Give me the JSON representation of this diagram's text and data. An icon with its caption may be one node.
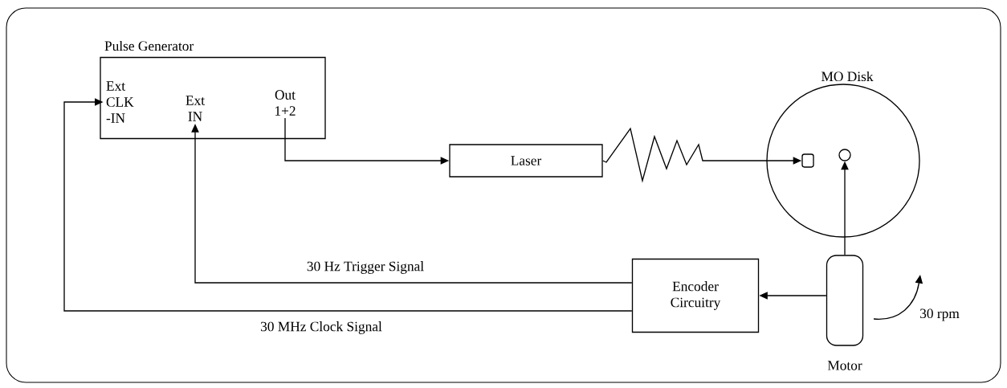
{
  "diagram": {
    "nodes": [
      {
        "text": [
          "Pulse Generator"
        ]
      },
      {
        "text": [
          "Ext CLK -IN"
        ],
        "in": 0
      },
      {
        "text": [
          "Ext IN"
        ],
        "in": 0
      },
      {
        "text": [
          "Out 1+2"
        ],
        "in": 0
      },
      {
        "text": [
          "Laser"
        ]
      },
      {
        "text": [
          "MO Disk"
        ]
      },
      {
        "text": [],
        "shape": "box",
        "in": 5
      },
      {
        "text": [],
        "shape": "circle",
        "in": 5
      },
      {
        "text": [
          "Encoder Circuitry"
        ]
      },
      {
        "text": [
          "Motor"
        ]
      }
    ],
    "edges": [
      {
        "from": 3,
        "to": 4,
        "arrow": "to"
      },
      {
        "from": 4,
        "to": 6,
        "arrow": "to"
      },
      {
        "from": 9,
        "to": 7,
        "arrow": "to"
      },
      {
        "from": 9,
        "to": 8,
        "arrow": "to"
      },
      {
        "from": 8,
        "to": 2,
        "arrow": "to",
        "label": "30 Hz Trigger Signal"
      },
      {
        "from": 8,
        "to": 1,
        "arrow": "to",
        "label": "30 MHz Clock Signal"
      }
    ],
    "labels": [
      "30 rpm"
    ]
  }
}
